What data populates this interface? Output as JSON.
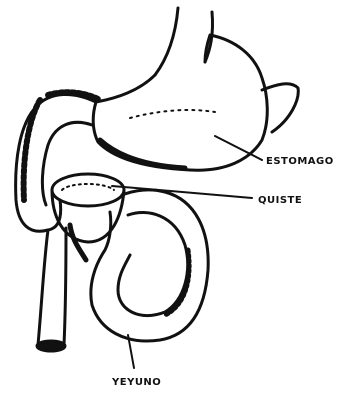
{
  "labels": {
    "estomago": "ESTOMAGO",
    "quiste": "QUISTE",
    "yeyuno": "YEYUNO"
  },
  "colors": {
    "ink": "#111111",
    "background": "#ffffff"
  }
}
